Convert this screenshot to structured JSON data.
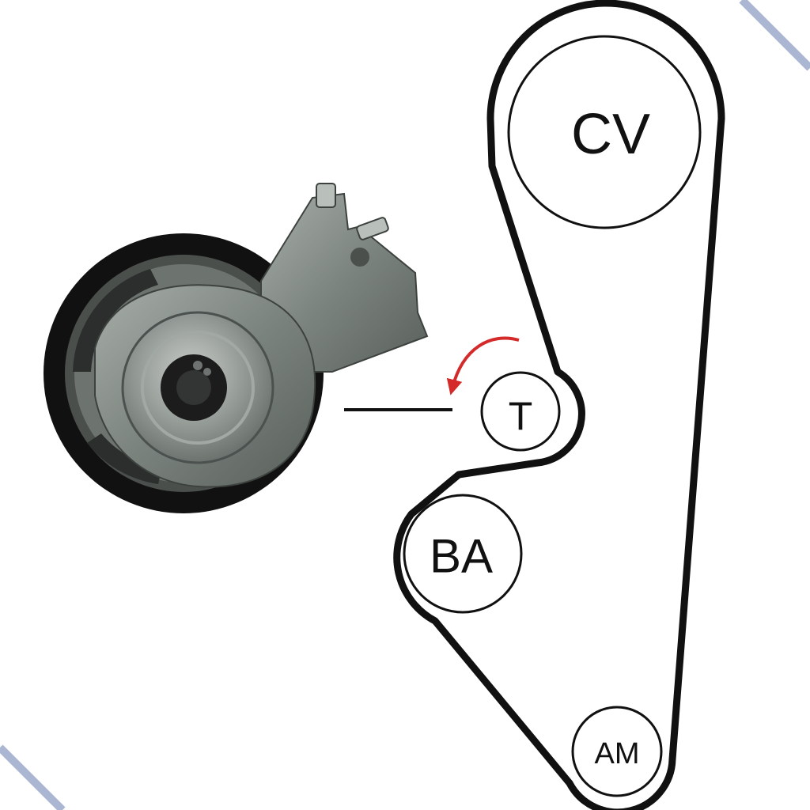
{
  "diagram": {
    "pulleys": [
      {
        "id": "cv",
        "label": "CV"
      },
      {
        "id": "t",
        "label": "T"
      },
      {
        "id": "ba",
        "label": "BA"
      },
      {
        "id": "am",
        "label": "AM"
      }
    ],
    "rotation_indicator": {
      "direction": "counterclockwise",
      "color": "#d42a2a"
    },
    "belt_color": "#111111",
    "corner_accent_color": "#aab6d2"
  }
}
